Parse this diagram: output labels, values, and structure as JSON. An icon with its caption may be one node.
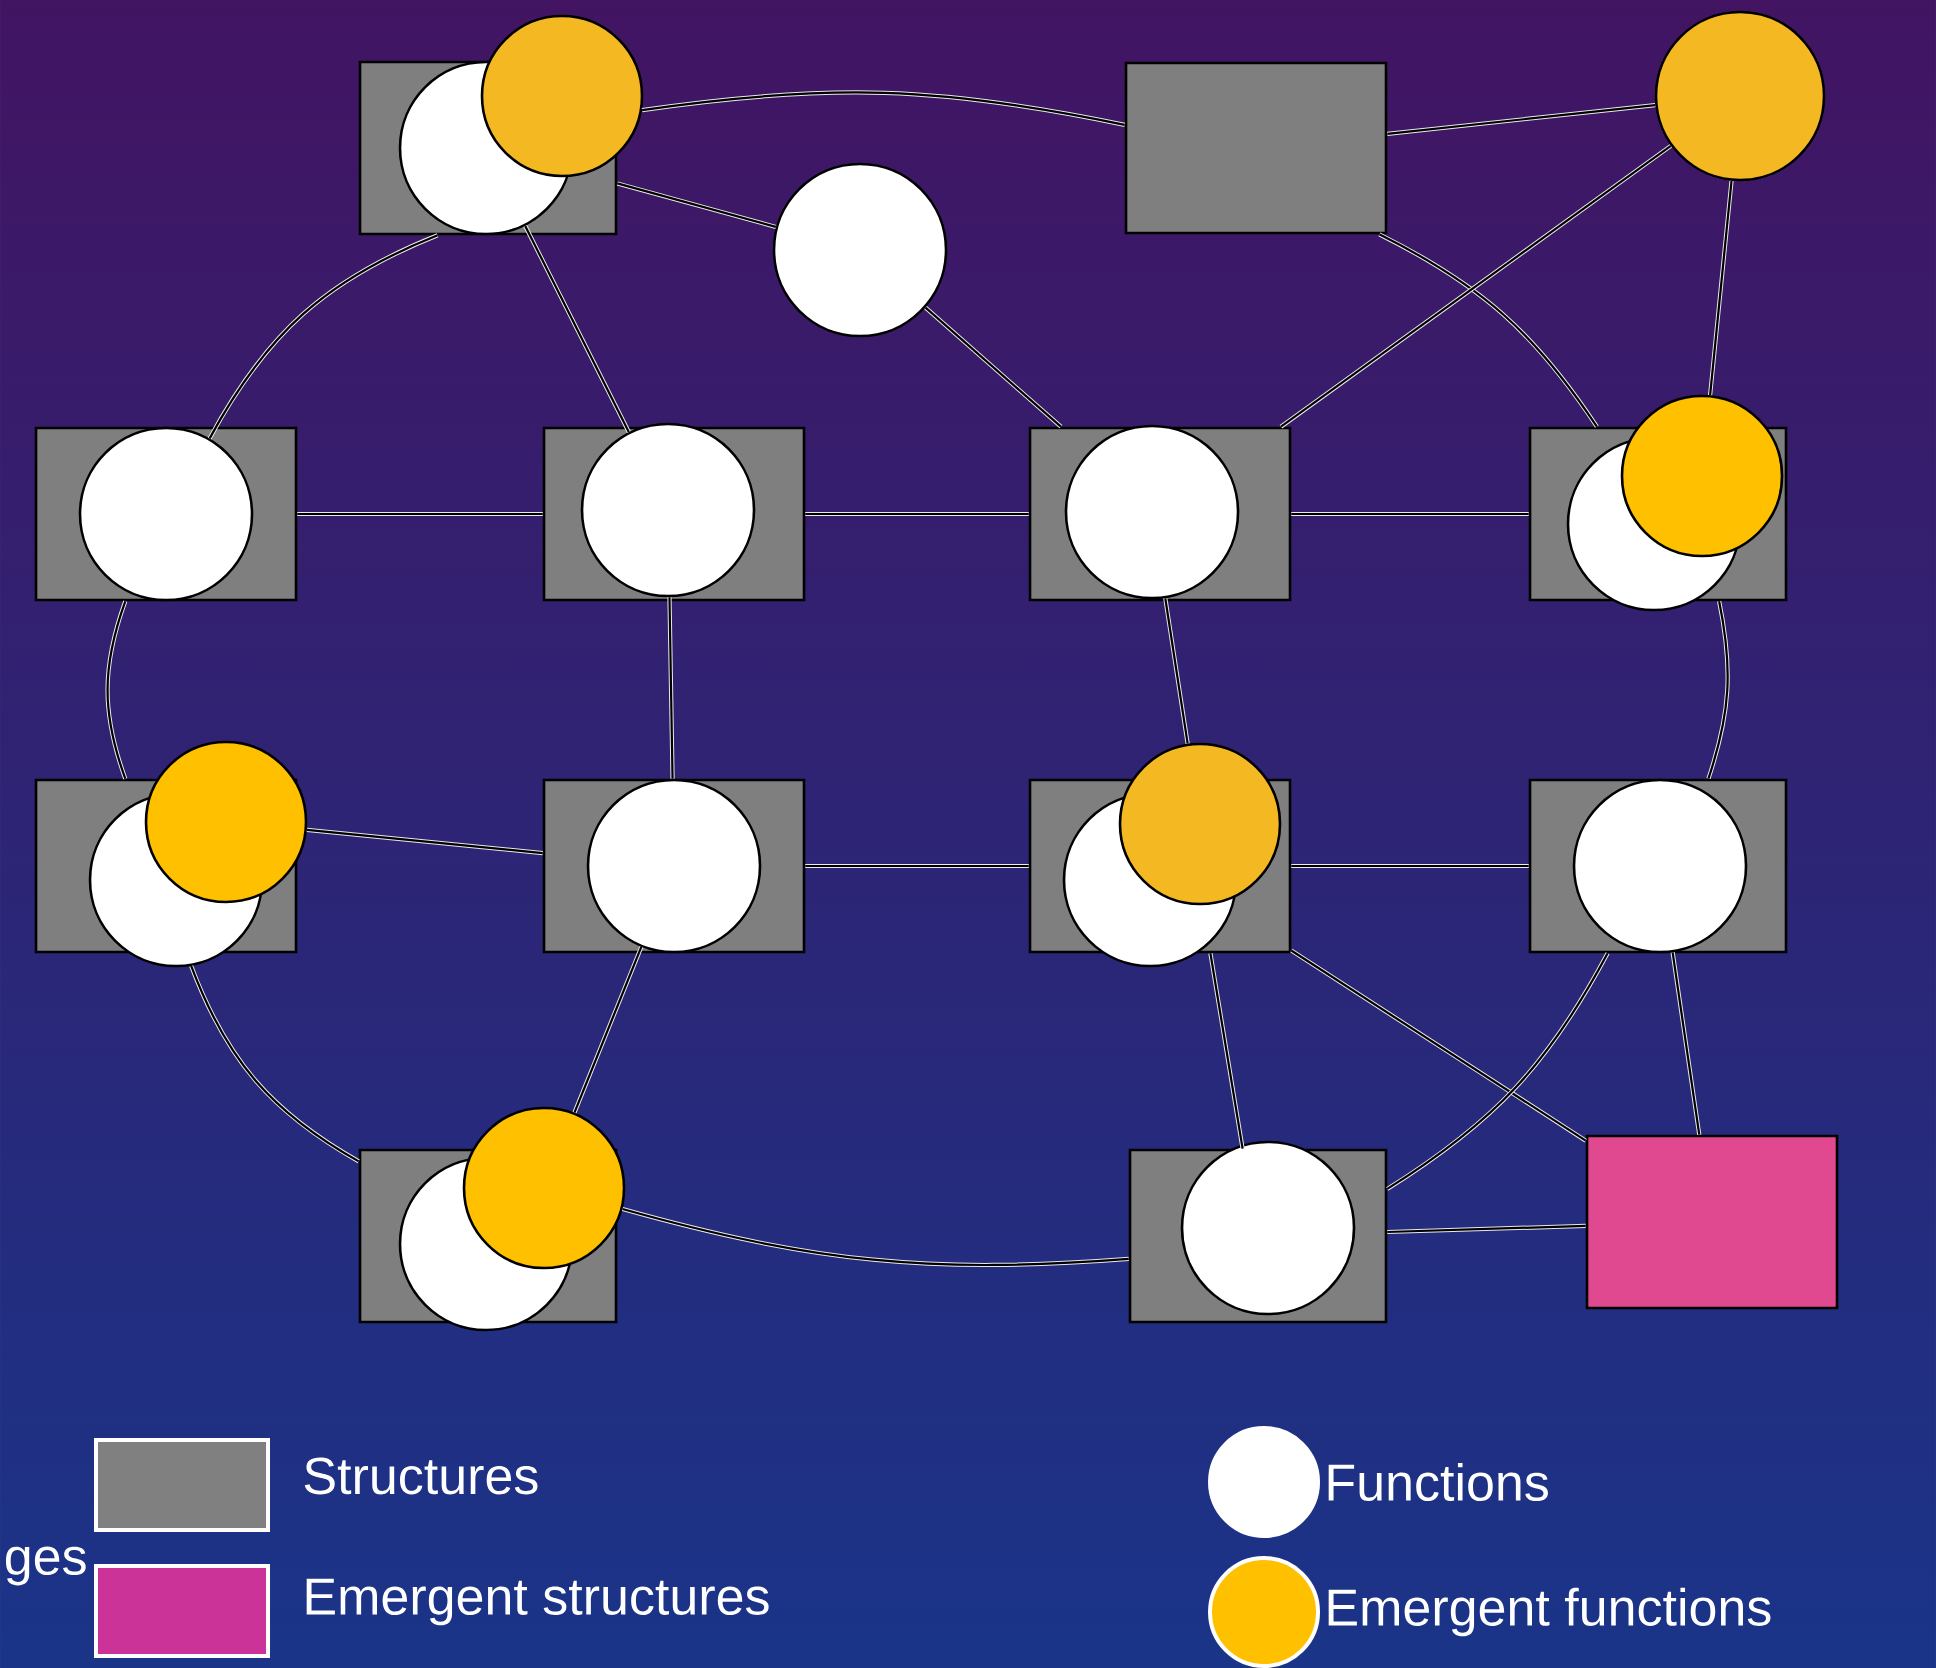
{
  "diagram": {
    "nodes": [
      {
        "text": [],
        "shape": "box"
      },
      {
        "text": [],
        "shape": "circle",
        "in": 0
      },
      {
        "text": [],
        "shape": "circle"
      },
      {
        "text": [],
        "shape": "circle"
      },
      {
        "text": [],
        "shape": "box"
      },
      {
        "text": [],
        "shape": "circle"
      },
      {
        "text": [],
        "shape": "box"
      },
      {
        "text": [],
        "shape": "circle",
        "in": 6
      },
      {
        "text": [],
        "shape": "box"
      },
      {
        "text": [],
        "shape": "circle",
        "in": 8
      },
      {
        "text": [],
        "shape": "box"
      },
      {
        "text": [],
        "shape": "circle",
        "in": 10
      },
      {
        "text": [],
        "shape": "box"
      },
      {
        "text": [],
        "shape": "circle",
        "in": 12
      },
      {
        "text": [],
        "shape": "circle"
      },
      {
        "text": [],
        "shape": "box"
      },
      {
        "text": [],
        "shape": "circle"
      },
      {
        "text": [],
        "shape": "circle"
      },
      {
        "text": [],
        "shape": "box"
      },
      {
        "text": [],
        "shape": "circle",
        "in": 18
      },
      {
        "text": [],
        "shape": "box"
      },
      {
        "text": [],
        "shape": "circle"
      },
      {
        "text": [],
        "shape": "circle"
      },
      {
        "text": [],
        "shape": "box"
      },
      {
        "text": [],
        "shape": "circle",
        "in": 23
      },
      {
        "text": [],
        "shape": "box"
      },
      {
        "text": [],
        "shape": "circle",
        "in": 25
      },
      {
        "text": [],
        "shape": "circle"
      },
      {
        "text": [],
        "shape": "box"
      },
      {
        "text": [],
        "shape": "circle",
        "in": 28
      },
      {
        "text": [],
        "shape": "box"
      }
    ],
    "edges": [
      {
        "from": 2,
        "to": 4,
        "arrow": "none"
      },
      {
        "from": 0,
        "to": 3,
        "arrow": "none"
      },
      {
        "from": 3,
        "to": 10,
        "arrow": "none"
      },
      {
        "from": 4,
        "to": 5,
        "arrow": "none"
      },
      {
        "from": 4,
        "to": 12,
        "arrow": "none"
      },
      {
        "from": 5,
        "to": 10,
        "arrow": "none"
      },
      {
        "from": 5,
        "to": 14,
        "arrow": "none"
      },
      {
        "from": 0,
        "to": 7,
        "arrow": "none"
      },
      {
        "from": 1,
        "to": 9,
        "arrow": "none"
      },
      {
        "from": 6,
        "to": 8,
        "arrow": "none"
      },
      {
        "from": 8,
        "to": 10,
        "arrow": "none"
      },
      {
        "from": 10,
        "to": 12,
        "arrow": "none"
      },
      {
        "from": 6,
        "to": 15,
        "arrow": "none"
      },
      {
        "from": 9,
        "to": 19,
        "arrow": "none"
      },
      {
        "from": 11,
        "to": 22,
        "arrow": "none"
      },
      {
        "from": 12,
        "to": 23,
        "arrow": "none"
      },
      {
        "from": 17,
        "to": 18,
        "arrow": "none"
      },
      {
        "from": 18,
        "to": 20,
        "arrow": "none"
      },
      {
        "from": 20,
        "to": 23,
        "arrow": "none"
      },
      {
        "from": 16,
        "to": 25,
        "arrow": "none"
      },
      {
        "from": 19,
        "to": 27,
        "arrow": "none"
      },
      {
        "from": 27,
        "to": 28,
        "arrow": "none"
      },
      {
        "from": 20,
        "to": 28,
        "arrow": "none"
      },
      {
        "from": 20,
        "to": 30,
        "arrow": "none"
      },
      {
        "from": 23,
        "to": 28,
        "arrow": "none"
      },
      {
        "from": 24,
        "to": 30,
        "arrow": "none"
      },
      {
        "from": 28,
        "to": 30,
        "arrow": "none"
      }
    ],
    "labels": [
      "ges"
    ],
    "legend": [
      {
        "text": "Structures",
        "color": "#808080"
      },
      {
        "text": "Emergent structures",
        "color": "#cc3399"
      },
      {
        "text": "Functions",
        "color": "#ffffff"
      },
      {
        "text": "Emergent functions",
        "color": "#ffc000"
      }
    ]
  }
}
